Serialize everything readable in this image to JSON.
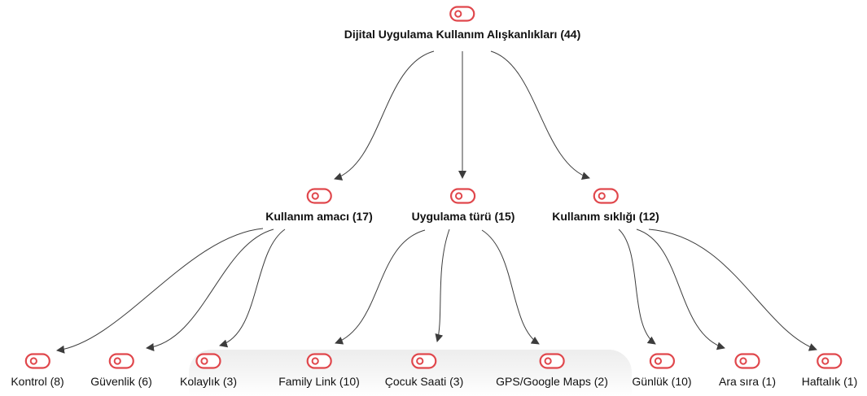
{
  "diagram": {
    "colors": {
      "icon_stroke": "#e0474c",
      "edge": "#3c3c3c",
      "text": "#111111"
    },
    "icon_name": "toggle-switch-icon",
    "root": {
      "label": "Dijital Uygulama Kullanım Alışkanlıkları (44)"
    },
    "categories": [
      {
        "label": "Kullanım amacı (17)",
        "children": [
          {
            "label": "Kontrol (8)"
          },
          {
            "label": "Güvenlik (6)"
          },
          {
            "label": "Kolaylık (3)"
          }
        ]
      },
      {
        "label": "Uygulama türü (15)",
        "children": [
          {
            "label": "Family Link (10)"
          },
          {
            "label": "Çocuk Saati (3)"
          },
          {
            "label": "GPS/Google Maps (2)"
          }
        ]
      },
      {
        "label": "Kullanım sıklığı (12)",
        "children": [
          {
            "label": "Günlük (10)"
          },
          {
            "label": "Ara sıra (1)"
          },
          {
            "label": "Haftalık (1)"
          }
        ]
      }
    ]
  }
}
